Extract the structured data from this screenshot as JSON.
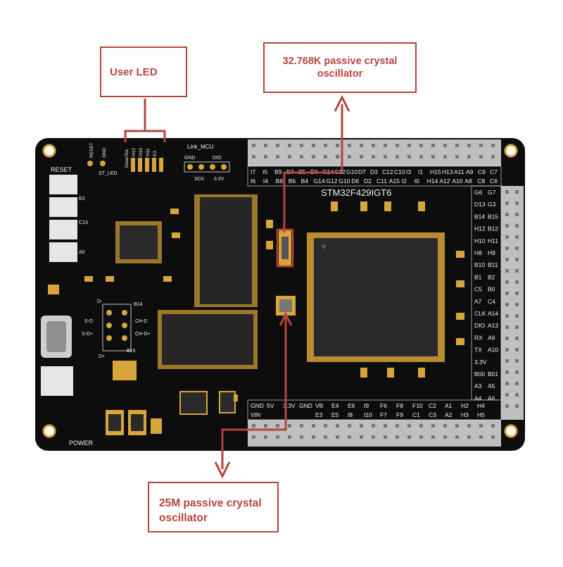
{
  "callouts": {
    "user_led": "User LED",
    "crystal_32k": "32.768K passive crystal oscillator",
    "crystal_25m": "25M passive crystal oscillator"
  },
  "board": {
    "mcu_label": "STM32F429IGT6",
    "reset_label": "RESET",
    "power_label": "POWER",
    "st_led_label": "ST_LED",
    "link_label": "Link_MCU",
    "swd_labels": [
      "GND",
      "DIO",
      "SCK",
      "3.3V"
    ],
    "led_labels": [
      "DownToL",
      "H12",
      "H10",
      "H11",
      "E3"
    ],
    "top_small_labels": [
      "RESET",
      "GND"
    ],
    "usb_labels": [
      "D-",
      "S-D",
      "S-D+",
      "CH-D",
      "CH-D+",
      "D+",
      "B14",
      "B15"
    ],
    "key_labels": [
      "E2",
      "C13",
      "A0"
    ],
    "header_top_row1": [
      "I7",
      "I5",
      "B9",
      "B7",
      "B5",
      "B3",
      "G14",
      "G12",
      "G10",
      "D7",
      "D3",
      "C12",
      "C10",
      "I3",
      "I1",
      "H15",
      "H13",
      "A11",
      "A9",
      "C9",
      "C7"
    ],
    "header_top_row2": [
      "I6",
      "I4",
      "B8",
      "B6",
      "B4",
      "G14",
      "G12",
      "G10",
      "D6",
      "D2",
      "C11",
      "A15",
      "I2",
      "I0",
      "H14",
      "A12",
      "A10",
      "A8",
      "C8",
      "C6"
    ],
    "header_right_rows": [
      [
        "G6",
        "G7"
      ],
      [
        "D13",
        "G3"
      ],
      [
        "B14",
        "B15"
      ],
      [
        "H12",
        "B12"
      ],
      [
        "H10",
        "H11"
      ],
      [
        "H8",
        "H9"
      ],
      [
        "B10",
        "B11"
      ],
      [
        "B1",
        "B2"
      ],
      [
        "C5",
        "B0"
      ],
      [
        "A7",
        "C4"
      ],
      [
        "CLK",
        "A14"
      ],
      [
        "DIO",
        "A13"
      ],
      [
        "RX",
        "A9"
      ],
      [
        "TX",
        "A10"
      ],
      [
        "3.3V",
        ""
      ],
      [
        "B00",
        "B01"
      ],
      [
        "A3",
        "A5"
      ],
      [
        "A4",
        "A6"
      ]
    ],
    "header_bottom_row1": [
      "GND",
      "5V",
      "3.3V",
      "GND",
      "VB",
      "E4",
      "E6",
      "I9",
      "F6",
      "F8",
      "F10",
      "C2",
      "A1",
      "H2",
      "H4"
    ],
    "header_bottom_row2": [
      "VIN",
      "",
      "",
      "",
      "E3",
      "E5",
      "I8",
      "I10",
      "F7",
      "F9",
      "C1",
      "C3",
      "A2",
      "H3",
      "H5"
    ]
  },
  "colors": {
    "callout": "#b5443c",
    "pcb": "#0d0d0d",
    "pad": "#d8a53a",
    "silk": "#f2f2f2",
    "arrow": "#b5443c"
  }
}
